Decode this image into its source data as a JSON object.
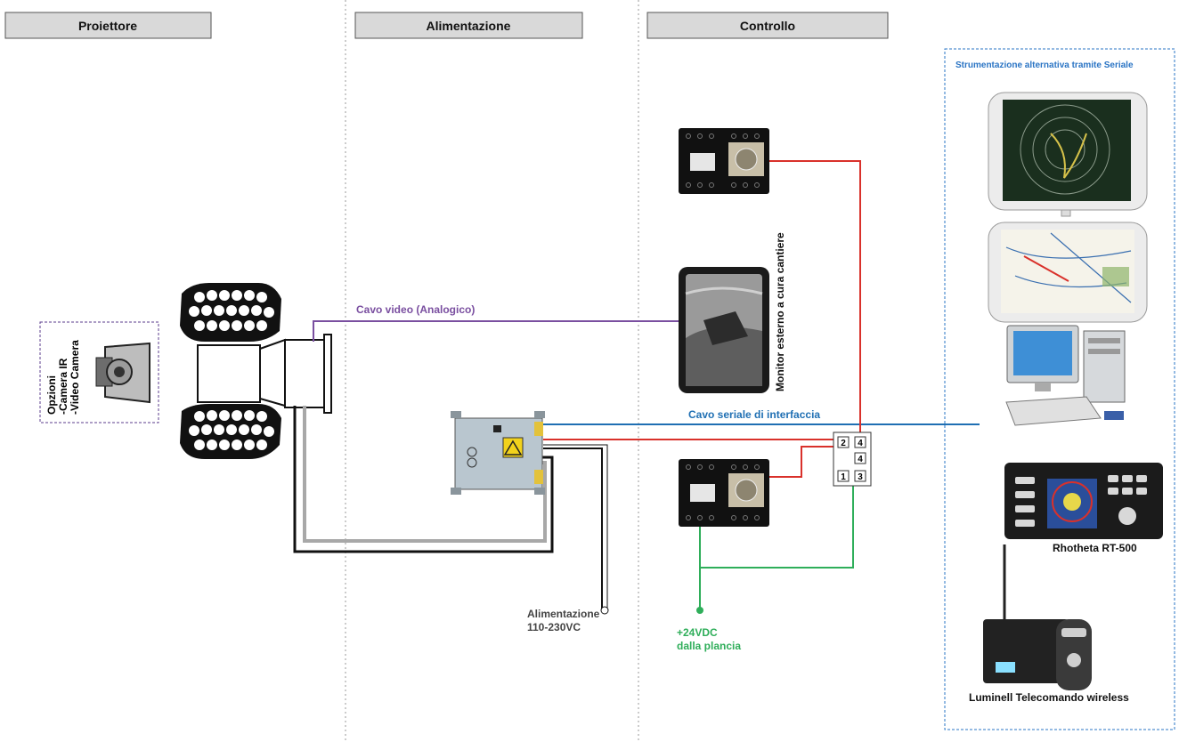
{
  "headers": {
    "projector": "Proiettore",
    "power": "Alimentazione",
    "control": "Controllo"
  },
  "options": {
    "title": "Opzioni",
    "line1": "-Camera IR",
    "line2": "-Video Camera"
  },
  "cables": {
    "video": "Cavo video (Analogico)",
    "serial": "Cavo seriale di interfaccia"
  },
  "monitor_label": "Monitor esterno a cura cantiere",
  "power_supply": {
    "line1": "Alimentazione",
    "line2": "110-230VC"
  },
  "dc_supply": {
    "line1": "+24VDC",
    "line2": "dalla plancia"
  },
  "junction_box": {
    "ports": [
      "2",
      "4",
      "4",
      "1",
      "3"
    ]
  },
  "alt_panel": {
    "title": "Strumentazione alternativa tramite Seriale",
    "rhotheta": "Rhotheta RT-500",
    "luminell": "Luminell  Telecomando wireless"
  },
  "colors": {
    "video_cable": "#7a4fa0",
    "serial_cable": "#1f6fb3",
    "red_cable": "#d9312b",
    "green_cable": "#2fae5a",
    "panel_border": "#2a74c4"
  }
}
